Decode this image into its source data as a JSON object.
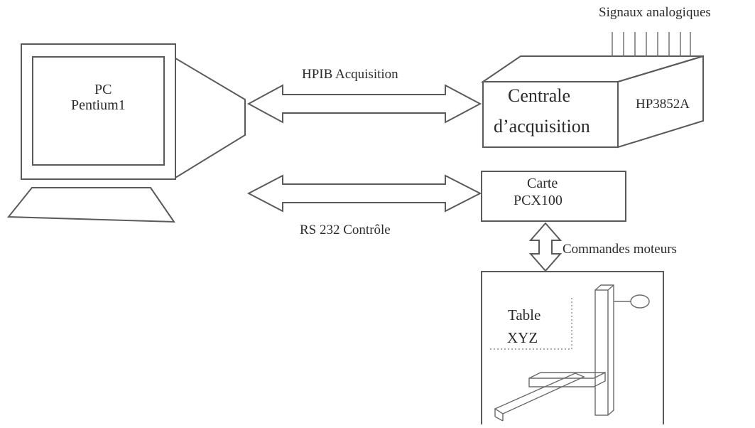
{
  "pc": {
    "line1": "PC",
    "line2": "Pentium1"
  },
  "links": {
    "hpib": "HPIB Acquisition",
    "rs232": "RS 232  Contrôle",
    "motors": "Commandes moteurs"
  },
  "acquisition": {
    "line1": "Centrale",
    "line2": "d’acquisition",
    "model": "HP3852A",
    "signals": "Signaux  analogiques"
  },
  "card": {
    "line1": "Carte",
    "line2": "PCX100"
  },
  "table": {
    "line1": "Table",
    "line2": "XYZ"
  }
}
